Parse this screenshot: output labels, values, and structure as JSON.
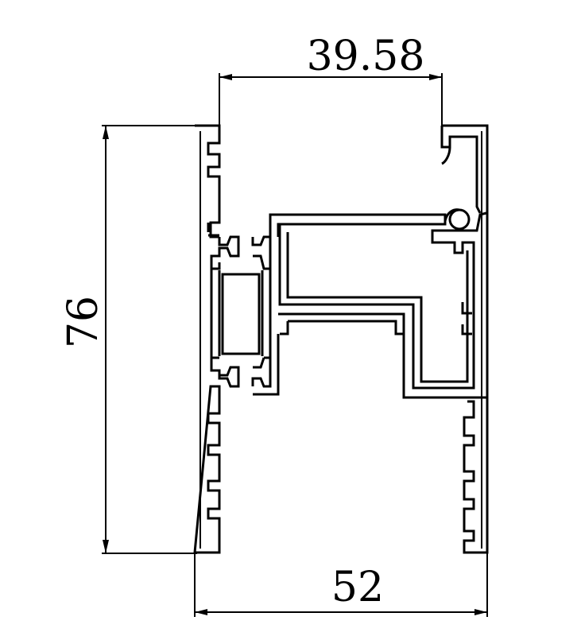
{
  "drawing": {
    "line_color": "#000000",
    "background": "#ffffff",
    "dimensions": {
      "top_width": "39.58",
      "height": "76",
      "bottom_width": "52"
    }
  }
}
